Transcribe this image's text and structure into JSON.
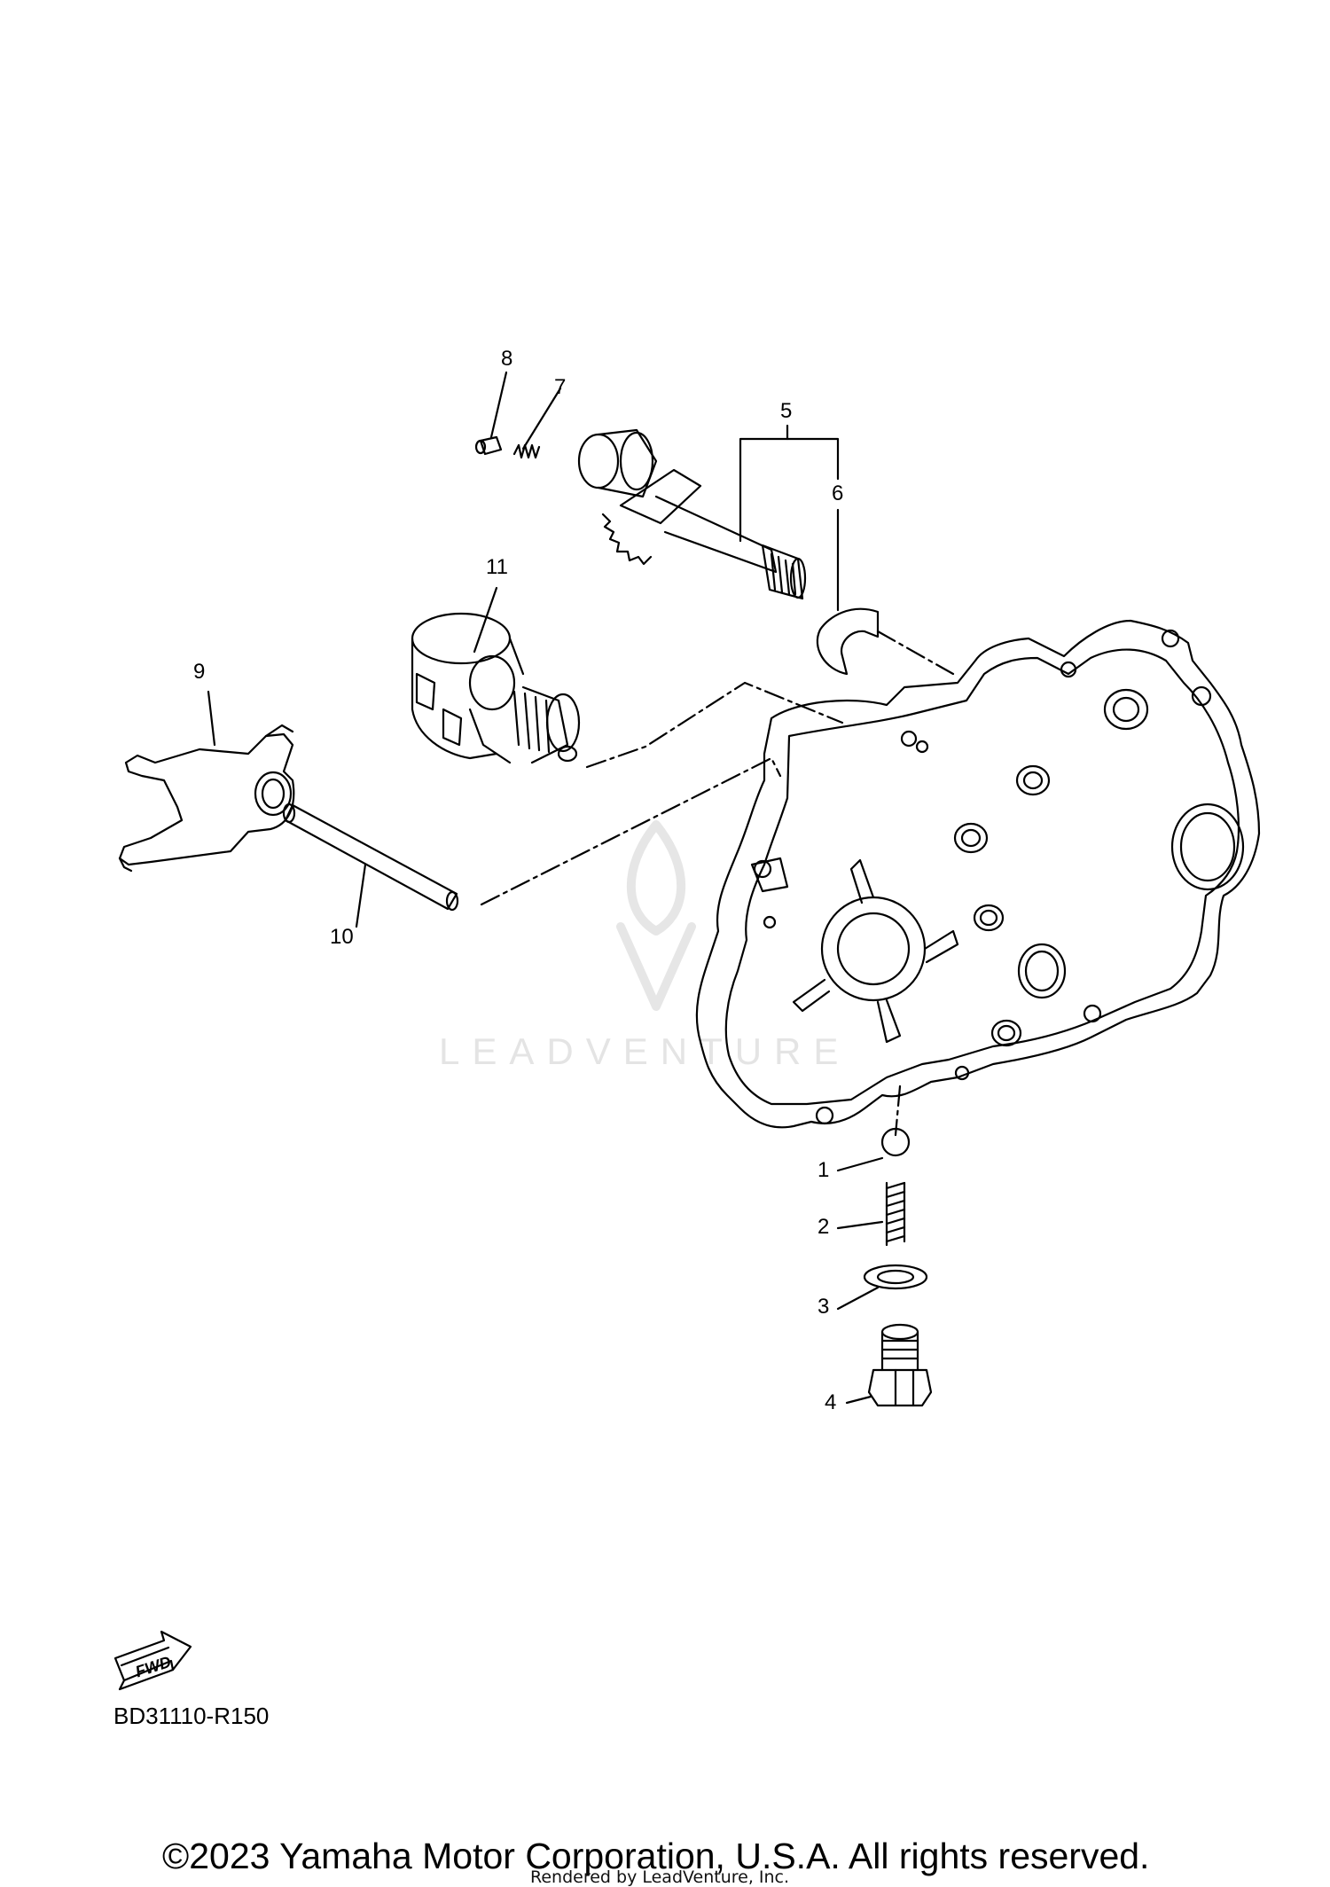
{
  "callouts": [
    {
      "id": "c1",
      "label": "1"
    },
    {
      "id": "c2",
      "label": "2"
    },
    {
      "id": "c3",
      "label": "3"
    },
    {
      "id": "c4",
      "label": "4"
    },
    {
      "id": "c5",
      "label": "5"
    },
    {
      "id": "c6",
      "label": "6"
    },
    {
      "id": "c7",
      "label": "7"
    },
    {
      "id": "c8",
      "label": "8"
    },
    {
      "id": "c9",
      "label": "9"
    },
    {
      "id": "c10",
      "label": "10"
    },
    {
      "id": "c11",
      "label": "11"
    }
  ],
  "fwd_badge": "FWD",
  "diagram_code": "BD31110-R150",
  "copyright": "©2023 Yamaha Motor Corporation, U.S.A. All rights reserved.",
  "rendered_by": "Rendered by LeadVenture, Inc.",
  "watermark": "LEADVENTURE"
}
